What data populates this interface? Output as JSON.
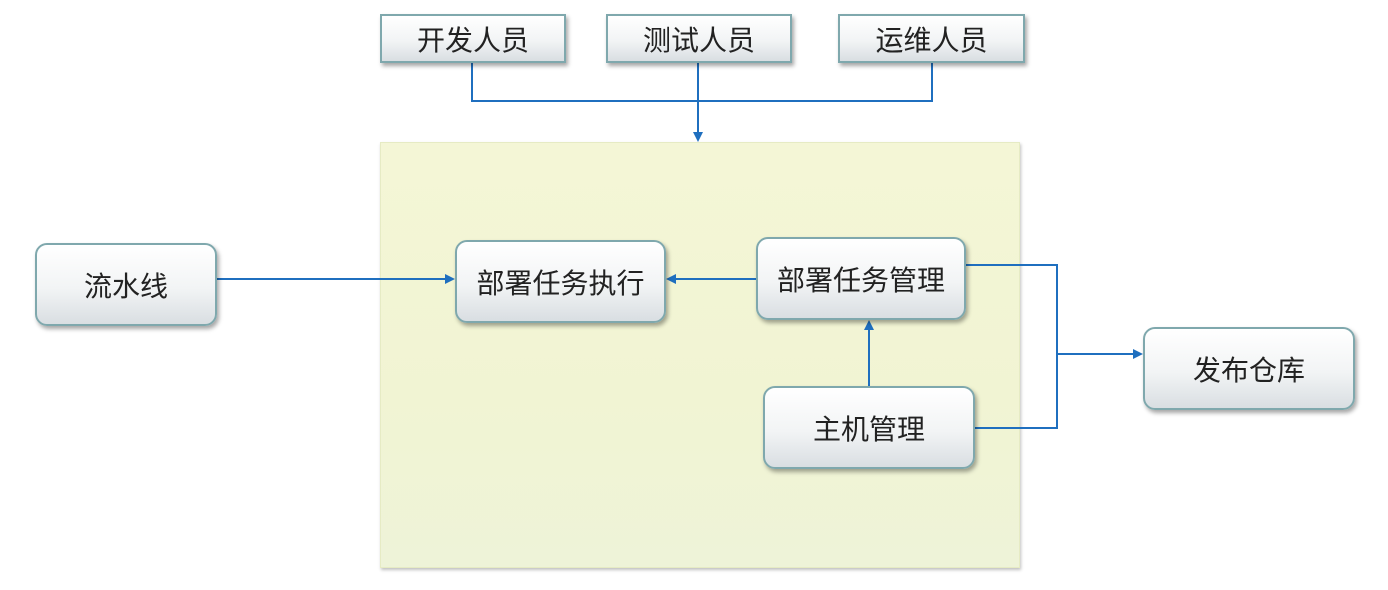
{
  "roles": [
    "开发人员",
    "测试人员",
    "运维人员"
  ],
  "pipeline": "流水线",
  "deploy_exec": "部署任务执行",
  "deploy_manage": "部署任务管理",
  "host_manage": "主机管理",
  "release_repo": "发布仓库",
  "colors": {
    "line": "#1f6fbf",
    "container": "#f3f5d6",
    "border": "#7fa8ad"
  }
}
